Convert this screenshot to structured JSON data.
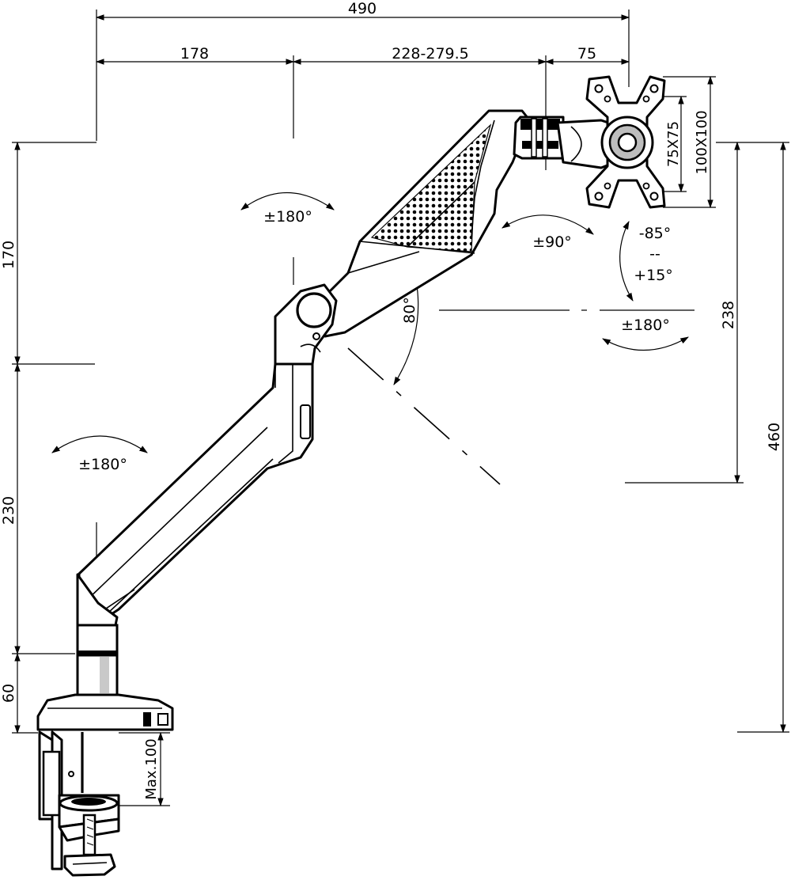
{
  "dimensions": {
    "total_width": "490",
    "segment_1": "178",
    "segment_2": "228-279.5",
    "segment_3": "75",
    "height_upper": "170",
    "height_lower": "230",
    "height_base": "60",
    "vesa_small": "75X75",
    "vesa_large": "100X100",
    "height_238": "238",
    "height_460": "460",
    "clamp_max": "Max.100"
  },
  "rotations": {
    "lower_arm_swivel": "±180°",
    "elbow_swivel": "±180°",
    "head_swivel": "±90°",
    "tilt_up": "-85°",
    "tilt_sep": "--",
    "tilt_down": "+15°",
    "rotation": "±180°",
    "arm_angle": "80°"
  },
  "colors": {
    "line": "#000000",
    "background": "#ffffff"
  }
}
